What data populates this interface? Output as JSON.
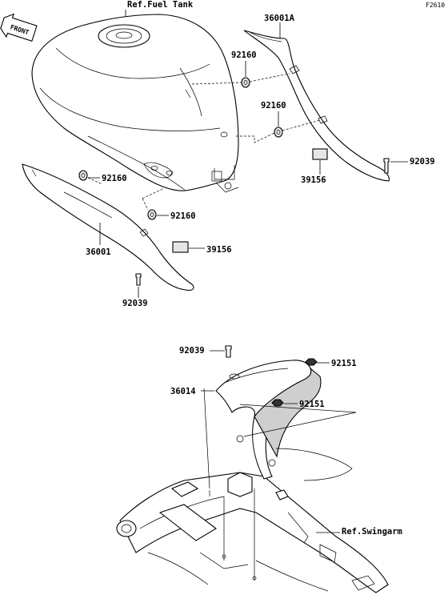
{
  "figure_code": "F2610",
  "direction_arrow": {
    "text": "FRONT"
  },
  "refs": {
    "fuel_tank": "Ref.Fuel Tank",
    "swingarm": "Ref.Swingarm"
  },
  "part_labels": {
    "p36001A": "36001A",
    "p92160_a": "92160",
    "p92160_b": "92160",
    "p92160_c": "92160",
    "p92160_d": "92160",
    "p92039_a": "92039",
    "p39156_a": "39156",
    "p36001": "36001",
    "p39156_b": "39156",
    "p92039_b": "92039",
    "p92039_c": "92039",
    "p92151_a": "92151",
    "p36014": "36014",
    "p92151_b": "92151"
  }
}
